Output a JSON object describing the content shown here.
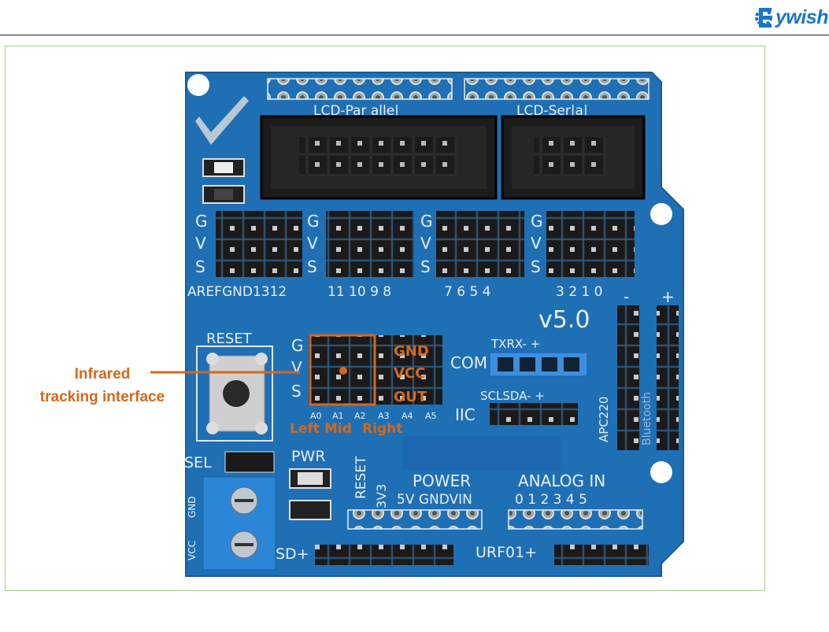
{
  "brand": {
    "name": "Eywish",
    "logo_text": "ywish",
    "color": "#1976c8"
  },
  "annotation": {
    "line1": "Infrared",
    "line2": "tracking interface",
    "color": "#d2691e"
  },
  "sensor_pins": {
    "g": "GND",
    "v": "VCC",
    "s": "OUT"
  },
  "sensor_positions": {
    "left": "Left",
    "mid": "Mid",
    "right": "Right"
  },
  "board": {
    "color": "#1f6fb5",
    "lcd_parallel": "LCD-Par alle|",
    "lcd_serial": "LCD-Ser|a|",
    "version": "v5.0",
    "reset": "RESET",
    "row_gvs": [
      "G",
      "V",
      "S"
    ],
    "digital_group1": "AREFGND1312",
    "digital_group2": "11 10 9 8",
    "digital_group3": "7 6 5 4",
    "digital_group4": "3 2 1 0",
    "analog_labels": [
      "A0",
      "A1",
      "A2",
      "A3",
      "A4",
      "A5"
    ],
    "com": "COM",
    "txrx": "TXRX-  +",
    "iic": "IIC",
    "scl_sda": "SCLSDA- +",
    "apc220": "APC220",
    "bluetooth": "Bluetooth",
    "sel": "SEL",
    "pwr": "PWR",
    "power": "POWER",
    "power_pins": "5V GNDVIN",
    "power_3v3": "3V3",
    "power_reset": "RESET",
    "analog_in": "ANALOG  IN",
    "analog_nums": "0 1 2 3 4 5",
    "sd": "SD+",
    "urf": "URF01+",
    "gnd": "GND",
    "vcc": "VCC",
    "minus": "-",
    "plus": "+"
  }
}
